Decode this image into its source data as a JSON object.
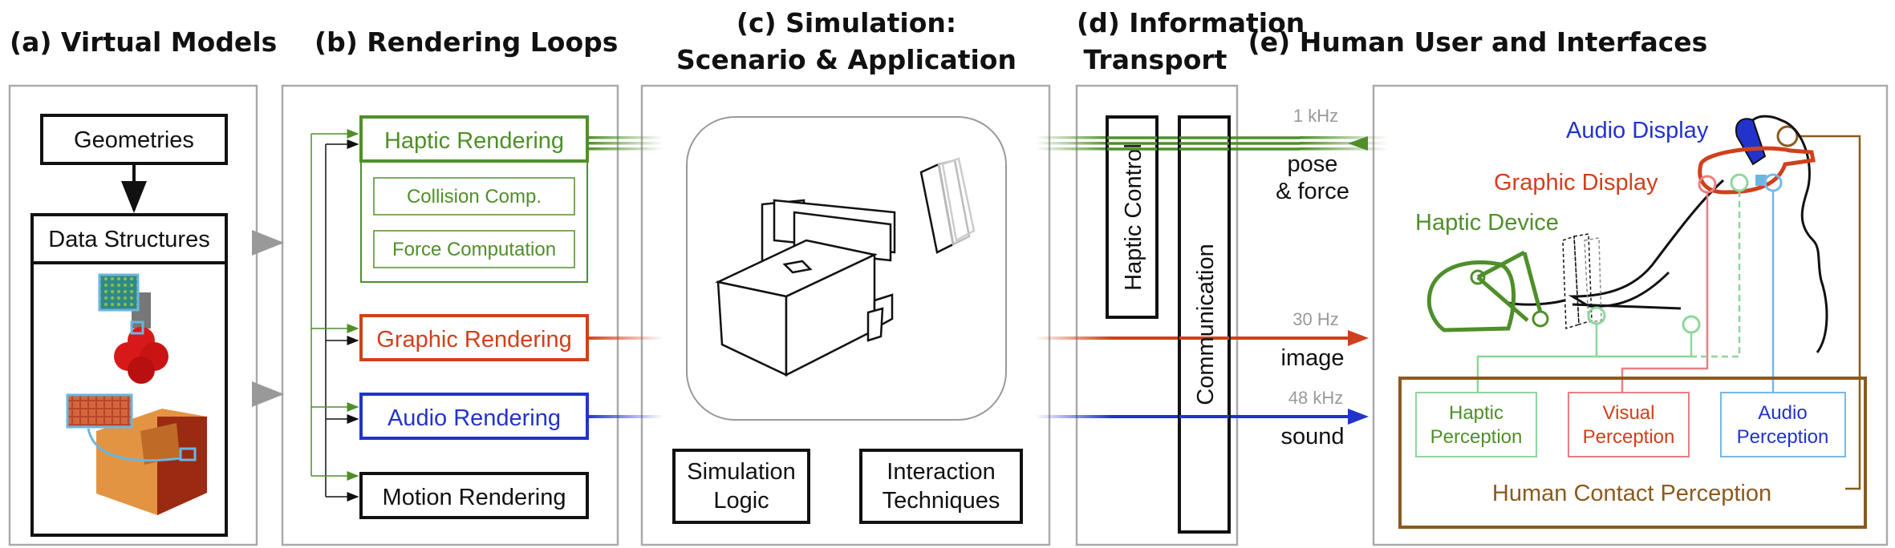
{
  "panels": {
    "a": {
      "title": "(a) Virtual Models",
      "geometries": "Geometries",
      "data_structures": "Data Structures"
    },
    "b": {
      "title": "(b) Rendering Loops",
      "haptic": "Haptic Rendering",
      "collision": "Collision Comp.",
      "force": "Force Computation",
      "graphic": "Graphic Rendering",
      "audio": "Audio Rendering",
      "motion": "Motion Rendering"
    },
    "c": {
      "title_line1": "(c) Simulation:",
      "title_line2": "Scenario & Application",
      "sim_logic_1": "Simulation",
      "sim_logic_2": "Logic",
      "interaction_1": "Interaction",
      "interaction_2": "Techniques"
    },
    "d": {
      "title_line1": "(d) Information",
      "title_line2": "Transport",
      "haptic_control": "Haptic Control",
      "communication": "Communication"
    },
    "e": {
      "title": "(e) Human User and Interfaces",
      "audio_display": "Audio Display",
      "graphic_display": "Graphic Display",
      "haptic_device": "Haptic Device",
      "haptic_perception_1": "Haptic",
      "haptic_perception_2": "Perception",
      "visual_perception_1": "Visual",
      "visual_perception_2": "Perception",
      "audio_perception_1": "Audio",
      "audio_perception_2": "Perception",
      "contact_perception": "Human Contact Perception"
    }
  },
  "channels": {
    "haptic": {
      "freq": "1 kHz",
      "label_1": "pose",
      "label_2": "& force"
    },
    "graphic": {
      "freq": "30 Hz",
      "label": "image"
    },
    "audio": {
      "freq": "48 kHz",
      "label": "sound"
    }
  },
  "colors": {
    "haptic": "#4f8f2a",
    "graphic": "#d0401c",
    "audio": "#2233cc",
    "contact": "#8b5a1e",
    "panel_border": "#aaaaaa"
  }
}
